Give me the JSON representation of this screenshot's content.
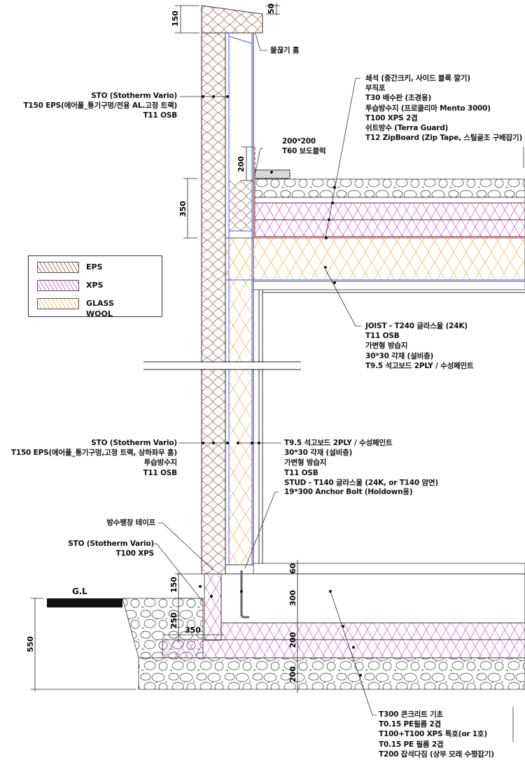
{
  "legend": [
    {
      "label": "EPS",
      "color": "#b5705e"
    },
    {
      "label": "XPS",
      "color": "#e060e0"
    },
    {
      "label": "GLASS WOOL",
      "color": "#f2c46a"
    }
  ],
  "labels": {
    "drip_groove": "물끊기 홈",
    "parapet_wall": [
      "STO (Stotherm Vario)",
      "T150 EPS(에어폴_통기구멍/전용 AL.고정 트랙)",
      "T11 OSB"
    ],
    "roof_top": [
      "쇄석 (중간크키, 사이드 블록 깔기)",
      "부직포",
      "T30 배수판 (조경용)",
      "투습방수지 (프로클리마 Mento 3000)",
      "T100 XPS 2겹",
      "쉬트방수 (Terra Guard)",
      "T12 ZipBoard (Zip Tape, 스틸골조 구배잡기)"
    ],
    "paving_block": [
      "200*200",
      "T60 보도블럭"
    ],
    "roof_joist": [
      "JOIST - T240 글라스울 (24K)",
      "T11 OSB",
      "가변형 방습지",
      "30*30 각재 (설비층)",
      "T9.5 석고보드 2PLY / 수성페인트"
    ],
    "wall_outer": [
      "STO (Stotherm Vario)",
      "T150 EPS(에어폴_통기구멍,고정 트랙, 상하좌우 홈)",
      "투습방수지",
      "T11 OSB"
    ],
    "wall_inner": [
      "T9.5 석고보드 2PLY / 수성페인트",
      "30*30 각재 (설비층)",
      "가변형 방습지",
      "T11 OSB",
      "STUD - T140 글라스울 (24K, or T140 암면)"
    ],
    "anchor_bolt": "19*300 Anchor Bolt (Holdown용)",
    "waterproof_tape": "방수팽창 테이프",
    "base_finish": [
      "STO (Stotherm Vario)",
      "T100 XPS"
    ],
    "ground_level": "G.L",
    "foundation": [
      "T300 콘크리트 기초",
      "T0.15 PE필름 2겹",
      "T100+T100 XPS 특호(or 1호)",
      "T0.15 PE 필름 2겹",
      "T200 잡석다짐 (상부 모래 수평잡기)"
    ]
  },
  "dimensions": {
    "coping_height": "150",
    "coping_slope": "50",
    "block_height": "200",
    "parapet": "350",
    "plinth": "150",
    "footing_depth": "250",
    "footing_width": "350",
    "total_depth": "550",
    "slab_finish": "60",
    "slab": "300",
    "xps": "200",
    "gravel": "200"
  }
}
